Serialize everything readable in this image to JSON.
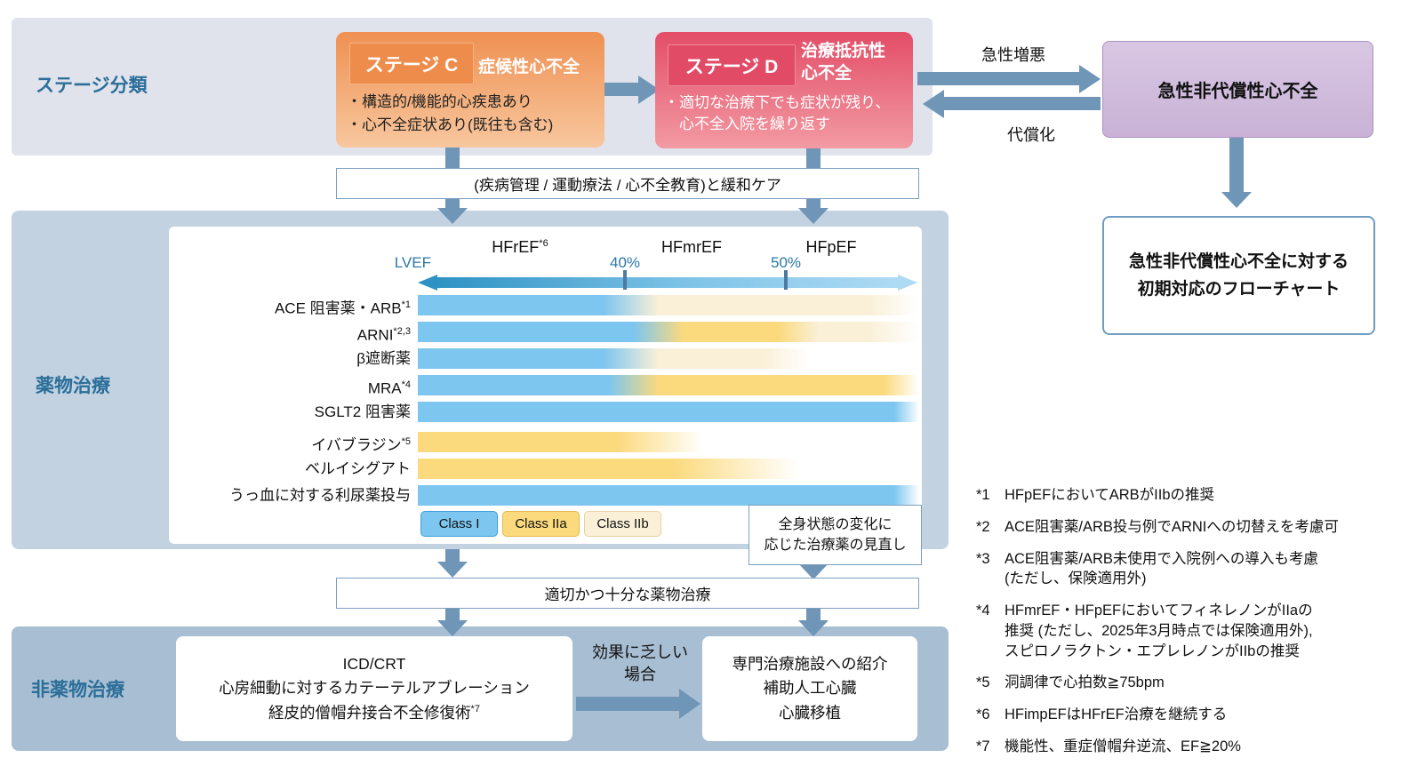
{
  "stage_section": {
    "label": "ステージ分類"
  },
  "drug_section": {
    "label": "薬物治療"
  },
  "nondrug_section": {
    "label": "非薬物治療"
  },
  "stage_c": {
    "badge": "ステージ C",
    "title": "症候性心不全",
    "bullets": "・構造的/機能的心疾患あり\n・心不全症状あり(既往も含む)"
  },
  "stage_d": {
    "badge": "ステージ D",
    "title": "治療抵抗性\n心不全",
    "bullets": "・適切な治療下でも症状が残り、\n　心不全入院を繰り返す"
  },
  "transition": {
    "worsen_label": "急性増悪",
    "compensate_label": "代償化"
  },
  "adhf_box": {
    "label": "急性非代償性心不全"
  },
  "adhf_flowchart_box": {
    "label": "急性非代償性心不全に対する\n初期対応のフローチャート"
  },
  "management_box": {
    "label": "(疾病管理 / 運動療法 / 心不全教育)と緩和ケア"
  },
  "systemic_box": {
    "label": "全身状態の変化に\n応じた治療薬の見直し"
  },
  "adequate_box": {
    "label": "適切かつ十分な薬物治療"
  },
  "ineffective_label": "効果に乏しい\n場合",
  "nondrug_left_box": {
    "line1": "ICD/CRT",
    "line2": "心房細動に対するカテーテルアブレーション",
    "line3": "経皮的僧帽弁接合不全修復術",
    "line3_sup": "*7"
  },
  "nondrug_right_box": {
    "label": "専門治療施設への紹介\n補助人工心臓\n心臓移植"
  },
  "chart_data": {
    "type": "bar",
    "title": "",
    "axis_label": "LVEF",
    "axis_direction": "left-to-right, double-headed arrow",
    "group_headers": [
      {
        "label": "HFrEF",
        "sup": "*6",
        "center_pct": 20
      },
      {
        "label": "HFmrEF",
        "sup": "",
        "center_pct": 56
      },
      {
        "label": "HFpEF",
        "sup": "",
        "center_pct": 84
      }
    ],
    "ticks": [
      {
        "label": "40%",
        "pct": 41.3
      },
      {
        "label": "50%",
        "pct": 73.4
      }
    ],
    "legend": [
      {
        "label": "Class I",
        "key": "classI"
      },
      {
        "label": "Class IIa",
        "key": "classIIa"
      },
      {
        "label": "Class IIb",
        "key": "classIIb"
      }
    ],
    "class_colors": {
      "classI": "#7cc6f0",
      "classIIa": "#fbda7e",
      "classIIb": "#faf0d8"
    },
    "rows": [
      {
        "label": "ACE 阻害薬・ARB",
        "sup": "*1",
        "gap_before": false,
        "fade_to": 100,
        "segments": [
          {
            "cls": "classI",
            "from": 0,
            "to": 37
          },
          {
            "cls": "classIIb",
            "from": 48,
            "to": 90
          }
        ]
      },
      {
        "label": "ARNI",
        "sup": "*2,3",
        "gap_before": false,
        "fade_to": 100,
        "segments": [
          {
            "cls": "classI",
            "from": 0,
            "to": 43
          },
          {
            "cls": "classIIa",
            "from": 53,
            "to": 72
          },
          {
            "cls": "classIIb",
            "from": 80,
            "to": 90
          }
        ]
      },
      {
        "label": "β遮断薬",
        "sup": "",
        "gap_before": false,
        "fade_to": 78,
        "segments": [
          {
            "cls": "classI",
            "from": 0,
            "to": 37
          },
          {
            "cls": "classIIb",
            "from": 48,
            "to": 69
          }
        ]
      },
      {
        "label": "MRA",
        "sup": "*4",
        "gap_before": false,
        "fade_to": 100,
        "segments": [
          {
            "cls": "classI",
            "from": 0,
            "to": 38
          },
          {
            "cls": "classIIa",
            "from": 48,
            "to": 93
          }
        ]
      },
      {
        "label": "SGLT2 阻害薬",
        "sup": "",
        "gap_before": false,
        "fade_to": 100,
        "segments": [
          {
            "cls": "classI",
            "from": 0,
            "to": 95
          }
        ]
      },
      {
        "label": "イバブラジン",
        "sup": "*5",
        "gap_before": true,
        "fade_to": 57,
        "segments": [
          {
            "cls": "classIIa",
            "from": 0,
            "to": 40
          }
        ]
      },
      {
        "label": "ベルイシグアト",
        "sup": "",
        "gap_before": false,
        "fade_to": 76,
        "segments": [
          {
            "cls": "classIIa",
            "from": 0,
            "to": 51
          }
        ]
      },
      {
        "label": "うっ血に対する利尿薬投与",
        "sup": "",
        "gap_before": false,
        "fade_to": 100,
        "segments": [
          {
            "cls": "classI",
            "from": 0,
            "to": 95
          }
        ]
      }
    ]
  },
  "footnotes": [
    {
      "marker": "*1",
      "text": "HFpEFにおいてARBがIIbの推奨"
    },
    {
      "marker": "*2",
      "text": "ACE阻害薬/ARB投与例でARNIへの切替えを考慮可"
    },
    {
      "marker": "*3",
      "text": "ACE阻害薬/ARB未使用で入院例への導入も考慮\n(ただし、保険適用外)"
    },
    {
      "marker": "*4",
      "text": "HFmrEF・HFpEFにおいてフィネレノンがIIaの\n推奨 (ただし、2025年3月時点では保険適用外),\nスピロノラクトン・エプレレノンがIIbの推奨"
    },
    {
      "marker": "*5",
      "text": "洞調律で心拍数≧75bpm"
    },
    {
      "marker": "*6",
      "text": "HFimpEFはHFrEF治療を継続する"
    },
    {
      "marker": "*7",
      "text": "機能性、重症僧帽弁逆流、EF≧20%"
    }
  ],
  "colors": {
    "section_label": "#2b6e99",
    "arrow": "#6f95b7",
    "stage_band_bg": "#e0e3ec",
    "drug_band_bg": "#c2d2e1",
    "nondrug_band_bg": "#a8bed3",
    "stage_c_gradient": [
      "#ef9052",
      "#f8c79e"
    ],
    "stage_d_gradient": [
      "#e34d67",
      "#f29aa3"
    ],
    "adhf_gradient": [
      "#d8c7e3",
      "#c9b2d6"
    ],
    "axis_gradient": [
      "#2e93c4",
      "#aedaf4"
    ]
  }
}
